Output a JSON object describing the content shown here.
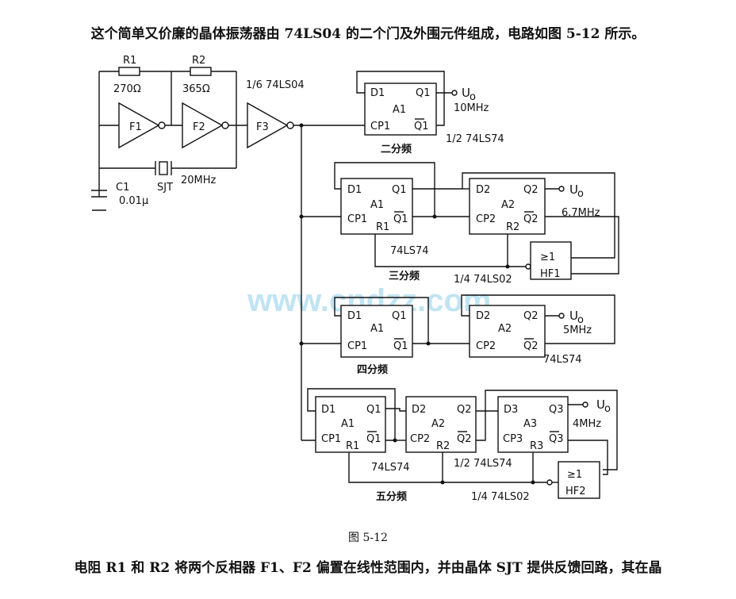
{
  "text": {
    "intro": "这个简单又价廉的晶体振荡器由 74LS04 的二个门及外围元件组成，电路如图 5-12 所示。",
    "figure_caption": "图 5-12",
    "outro": "电阻 R1 和 R2 将两个反相器 F1、F2 偏置在线性范围内，并由晶体 SJT 提供反馈回路，其在晶"
  },
  "watermark": "www.cndzz.com",
  "oscillator": {
    "r1_name": "R1",
    "r1_value": "270Ω",
    "r2_name": "R2",
    "r2_value": "365Ω",
    "f1": "F1",
    "f2": "F2",
    "f3": "F3",
    "inverter_chip": "1/6 74LS04",
    "c1_name": "C1",
    "c1_value": "0.01μ",
    "crystal_name": "SJT",
    "crystal_freq": "20MHz"
  },
  "div2": {
    "d1": "D1",
    "q1": "Q1",
    "a1": "A1",
    "cp1": "CP1",
    "q1n": "Q1",
    "uo": "U",
    "freq": "10MHz",
    "chip": "1/2 74LS74",
    "title": "二分频"
  },
  "div3": {
    "d1": "D1",
    "q1": "Q1",
    "a1": "A1",
    "cp1": "CP1",
    "r1": "R1",
    "q1n": "Q1",
    "d2": "D2",
    "q2": "Q2",
    "a2": "A2",
    "cp2": "CP2",
    "r2": "R2",
    "q2n": "Q2",
    "uo": "U",
    "freq": "6.7MHz",
    "chip": "74LS74",
    "gate_symbol": "≥1",
    "gate_name": "HF1",
    "gate_chip": "1/4 74LS02",
    "title": "三分频"
  },
  "div4": {
    "d1": "D1",
    "q1": "Q1",
    "a1": "A1",
    "cp1": "CP1",
    "q1n": "Q1",
    "d2": "D2",
    "q2": "Q2",
    "a2": "A2",
    "cp2": "CP2",
    "q2n": "Q2",
    "uo": "U",
    "freq": "5MHz",
    "chip": "74LS74",
    "title": "四分频"
  },
  "div5": {
    "d1": "D1",
    "q1": "Q1",
    "a1": "A1",
    "cp1": "CP1",
    "r1": "R1",
    "q1n": "Q1",
    "d2": "D2",
    "q2": "Q2",
    "a2": "A2",
    "cp2": "CP2",
    "r2": "R2",
    "q2n": "Q2",
    "d3": "D3",
    "q3": "Q3",
    "a3": "A3",
    "cp3": "CP3",
    "r3": "R3",
    "q3n": "Q3",
    "uo": "U",
    "freq": "4MHz",
    "chip_left": "74LS74",
    "chip_right": "1/2 74LS74",
    "gate_symbol": "≥1",
    "gate_name": "HF2",
    "gate_chip": "1/4 74LS02",
    "title": "五分频"
  },
  "colors": {
    "ink": "#111111",
    "watermark": "#b6e0f2"
  }
}
